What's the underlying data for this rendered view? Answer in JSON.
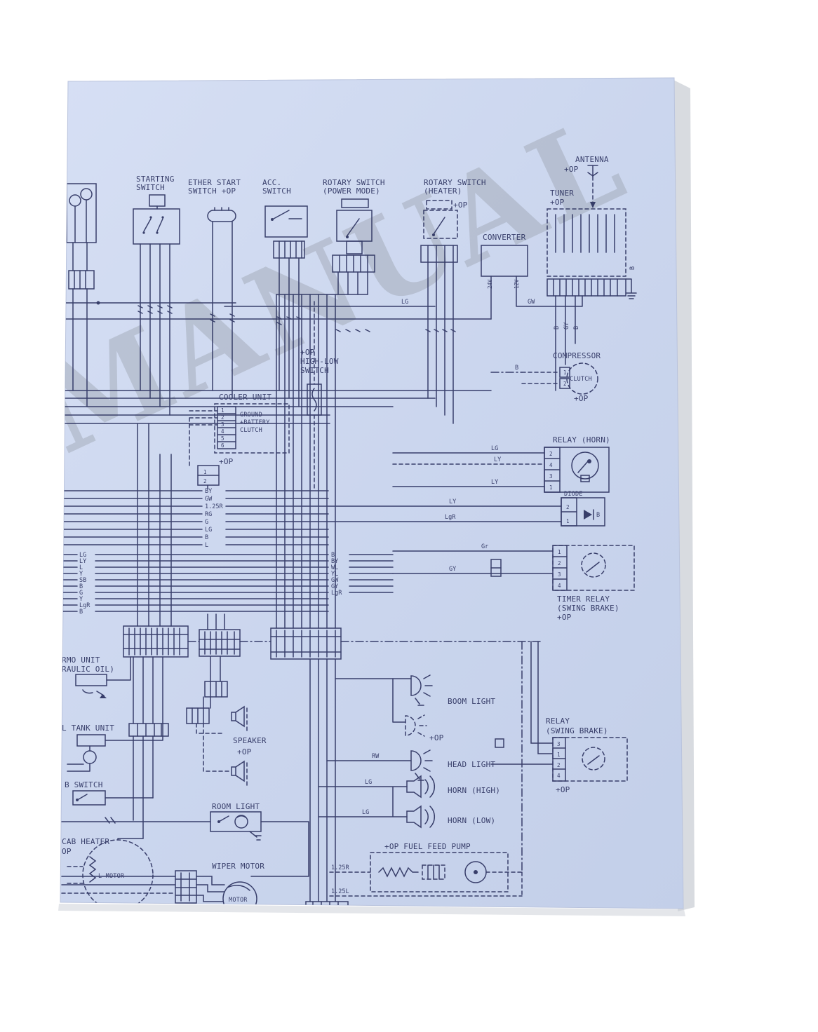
{
  "watermark": "EMANUAL",
  "labels": {
    "starting_switch": [
      "STARTING",
      "SWITCH"
    ],
    "ether_start_switch": [
      "ETHER START",
      "SWITCH  +OP"
    ],
    "acc_switch": [
      "ACC.",
      "SWITCH"
    ],
    "rotary_switch_power": [
      "ROTARY SWITCH",
      "(POWER MODE)"
    ],
    "rotary_switch_heater": [
      "ROTARY SWITCH",
      "(HEATER)",
      "+OP"
    ],
    "converter": "CONVERTER",
    "tuner": [
      "TUNER",
      "+OP"
    ],
    "antenna": [
      "ANTENNA",
      "+OP"
    ],
    "compressor": [
      "COMPRESSOR",
      "CLUTCH",
      "+OP"
    ],
    "high_low_switch": [
      "+OP",
      "HIGH-LOW",
      "SWITCH"
    ],
    "cooler_unit": [
      "COOLER UNIT",
      "GROUND",
      "+BATTERY",
      "CLUTCH",
      "+OP"
    ],
    "relay_horn": "RELAY (HORN)",
    "diode": [
      "DIODE",
      "B"
    ],
    "timer_relay": [
      "TIMER RELAY",
      "(SWING BRAKE)",
      "+OP"
    ],
    "thermo_unit": [
      "RMO UNIT",
      "RAULIC OIL)"
    ],
    "fuel_tank_unit": "L TANK UNIT",
    "b_switch": "B SWITCH",
    "cab_heater": [
      "CAB HEATER",
      "OP",
      "L MOTOR"
    ],
    "speaker": [
      "SPEAKER",
      "+OP"
    ],
    "room_light": "ROOM LIGHT",
    "wiper_motor": [
      "WIPER MOTOR",
      "MOTOR"
    ],
    "boom_light": [
      "BOOM LIGHT",
      "+OP"
    ],
    "head_light": "HEAD LIGHT",
    "horn_high": "HORN (HIGH)",
    "horn_low": "HORN (LOW)",
    "fuel_feed_pump": "+OP FUEL FEED PUMP",
    "relay_swing_brake": [
      "RELAY",
      "(SWING BRAKE)",
      "+OP"
    ]
  },
  "pins": {
    "relay_horn": [
      "2",
      "4",
      "3",
      "1"
    ],
    "timer_relay": [
      "1",
      "2",
      "3",
      "4"
    ],
    "relay_swing_brake": [
      "3",
      "1",
      "2",
      "4"
    ],
    "compressor": [
      "1",
      "2"
    ],
    "cooler_unit": [
      "1",
      "2",
      "3",
      "4",
      "5",
      "6"
    ],
    "diode": [
      "2",
      "1"
    ],
    "connector_2pin": [
      "1",
      "2"
    ],
    "converter": [
      "24V",
      "12V"
    ]
  },
  "wires": {
    "left_bus": [
      "LG",
      "LY",
      "L",
      "Y",
      "SB",
      "B",
      "G",
      "Y",
      "LgR",
      "B"
    ],
    "left_col2": [
      "BY",
      "GW",
      "1.25R",
      "RG",
      "G",
      "LG",
      "B",
      "L"
    ],
    "mid_bus": [
      "B",
      "BY",
      "WL",
      "YL",
      "GW",
      "GY",
      "LgR"
    ],
    "horn": [
      "LG",
      "LY",
      "LY"
    ],
    "diode": [
      "LY",
      "LgR"
    ],
    "timer": [
      "Gr",
      "GY"
    ],
    "tuner": [
      "B",
      "GY",
      "B"
    ],
    "converter_out": "GW",
    "top_mid": "LG",
    "compressor": "B",
    "lamps": [
      "RW",
      "LG",
      "LG"
    ],
    "pump": [
      "1.25R",
      "1.25L"
    ],
    "ground": "B"
  }
}
